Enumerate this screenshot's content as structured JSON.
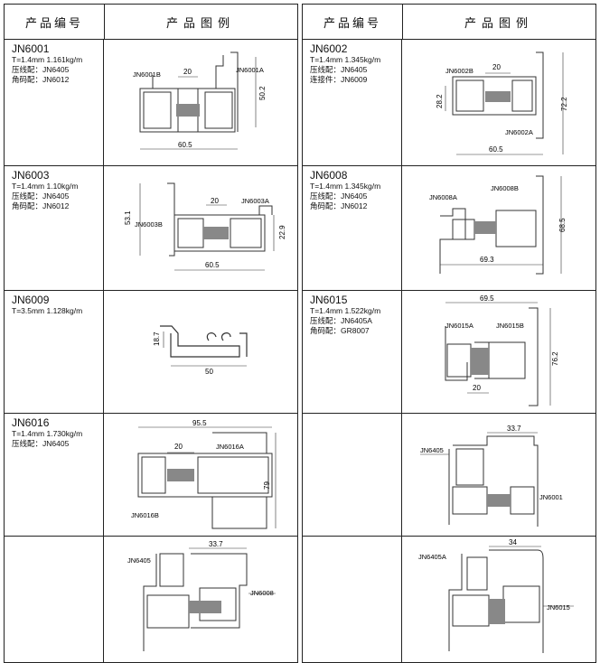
{
  "header": {
    "col_code": "产品编号",
    "col_figure": "产品图例"
  },
  "left_rows": [
    {
      "code": "JN6001",
      "spec": "T=1.4mm  1.161kg/m",
      "lines": [
        "压线配：JN6405",
        "角码配：JN6012"
      ],
      "labels": [
        "JN6001B",
        "JN6001A"
      ],
      "dims": [
        "20",
        "50.2",
        "60.5"
      ]
    },
    {
      "code": "JN6003",
      "spec": "T=1.4mm  1.10kg/m",
      "lines": [
        "压线配：JN6405",
        "角码配：JN6012"
      ],
      "labels": [
        "JN6003B",
        "JN6003A"
      ],
      "dims": [
        "53.1",
        "20",
        "22.9",
        "60.5"
      ]
    },
    {
      "code": "JN6009",
      "spec": "T=3.5mm  1.128kg/m",
      "lines": [],
      "labels": [],
      "dims": [
        "18.7",
        "50"
      ]
    },
    {
      "code": "JN6016",
      "spec": "T=1.4mm  1.730kg/m",
      "lines": [
        "压线配：JN6405"
      ],
      "labels": [
        "JN6016A",
        "JN6016B"
      ],
      "dims": [
        "95.5",
        "20",
        "79"
      ]
    },
    {
      "code": "",
      "spec": "",
      "lines": [],
      "labels": [
        "JN6405",
        "JN6008"
      ],
      "dims": [
        "33.7"
      ]
    }
  ],
  "right_rows": [
    {
      "code": "JN6002",
      "spec": "T=1.4mm  1.345kg/m",
      "lines": [
        "压线配：JN6405",
        "连接件：JN6009"
      ],
      "labels": [
        "JN6002B",
        "JN6002A"
      ],
      "dims": [
        "20",
        "28.2",
        "72.2",
        "60.5"
      ]
    },
    {
      "code": "JN6008",
      "spec": "T=1.4mm  1.345kg/m",
      "lines": [
        "压线配：JN6405",
        "角码配：JN6012"
      ],
      "labels": [
        "JN6008A",
        "JN6008B"
      ],
      "dims": [
        "68.5",
        "69.3"
      ]
    },
    {
      "code": "JN6015",
      "spec": "T=1.4mm  1.522kg/m",
      "lines": [
        "压线配：JN6405A",
        "角码配：GR8007"
      ],
      "labels": [
        "JN6015A",
        "JN6015B"
      ],
      "dims": [
        "69.5",
        "76.2",
        "20"
      ]
    },
    {
      "code": "",
      "spec": "",
      "lines": [],
      "labels": [
        "JN6405",
        "JN6001"
      ],
      "dims": [
        "33.7"
      ]
    },
    {
      "code": "",
      "spec": "",
      "lines": [],
      "labels": [
        "JN6405A",
        "JN6015"
      ],
      "dims": [
        "34"
      ]
    }
  ]
}
